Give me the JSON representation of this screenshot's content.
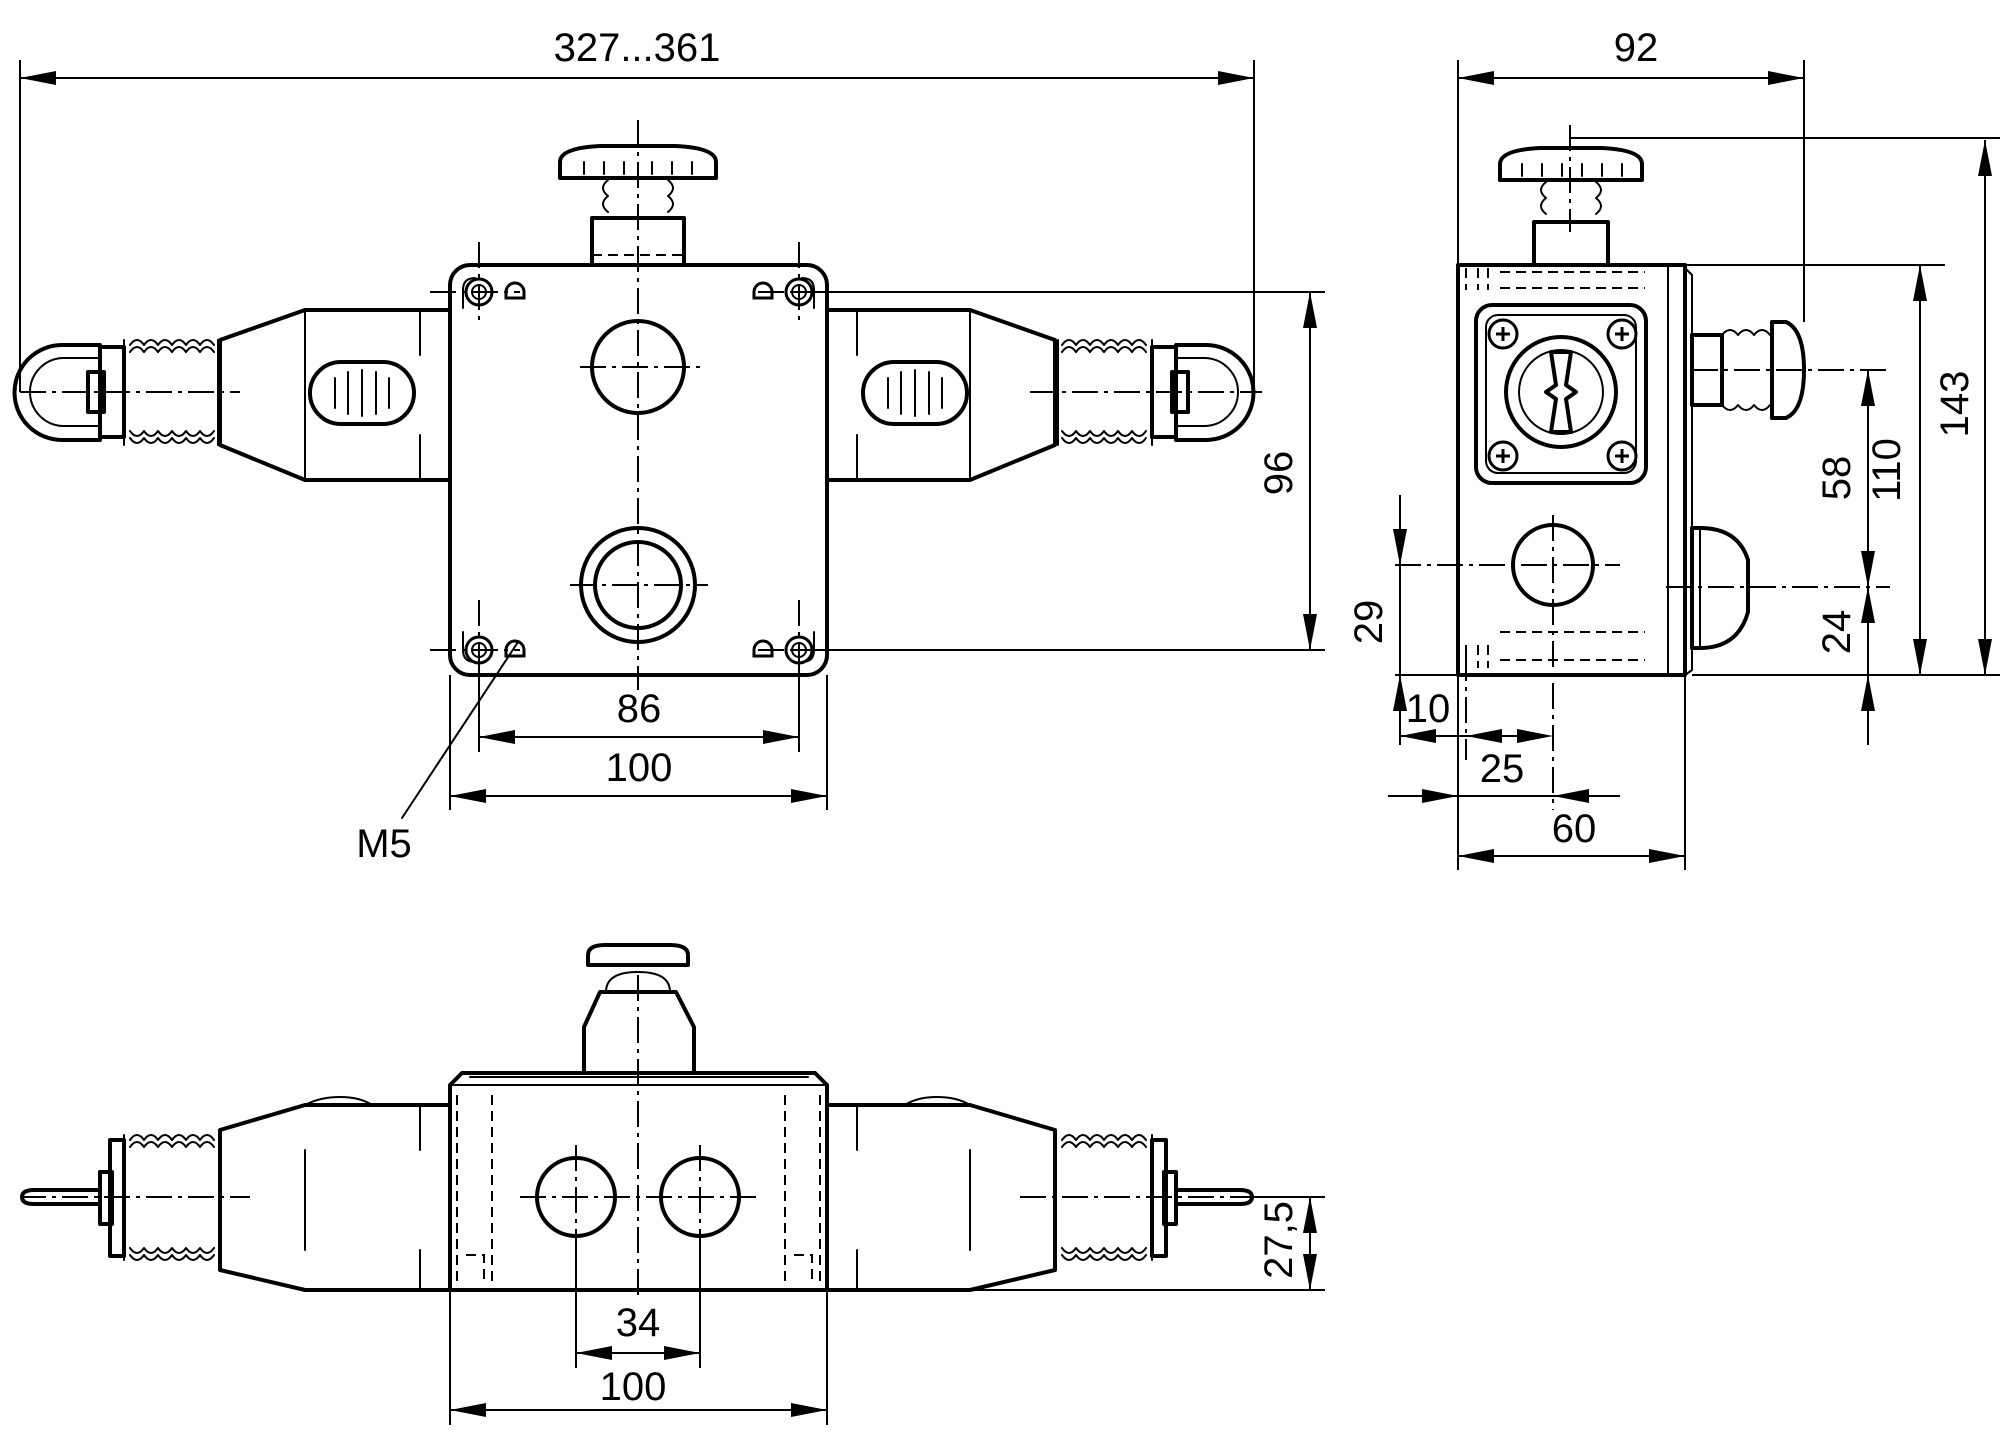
{
  "front_view": {
    "overall_length": "327...361",
    "height": "96",
    "hole_pitch": "86",
    "housing_width": "100",
    "thread": "M5"
  },
  "side_view": {
    "overall_depth": "92",
    "total_height": "143",
    "housing_height": "110",
    "button_height": "58",
    "lamp_height": "24",
    "entry_height": "29",
    "offset_small": "10",
    "entry_offset": "25",
    "housing_depth": "60"
  },
  "bottom_view": {
    "axis_height": "27,5",
    "entry_spacing": "34",
    "housing_width": "100"
  }
}
